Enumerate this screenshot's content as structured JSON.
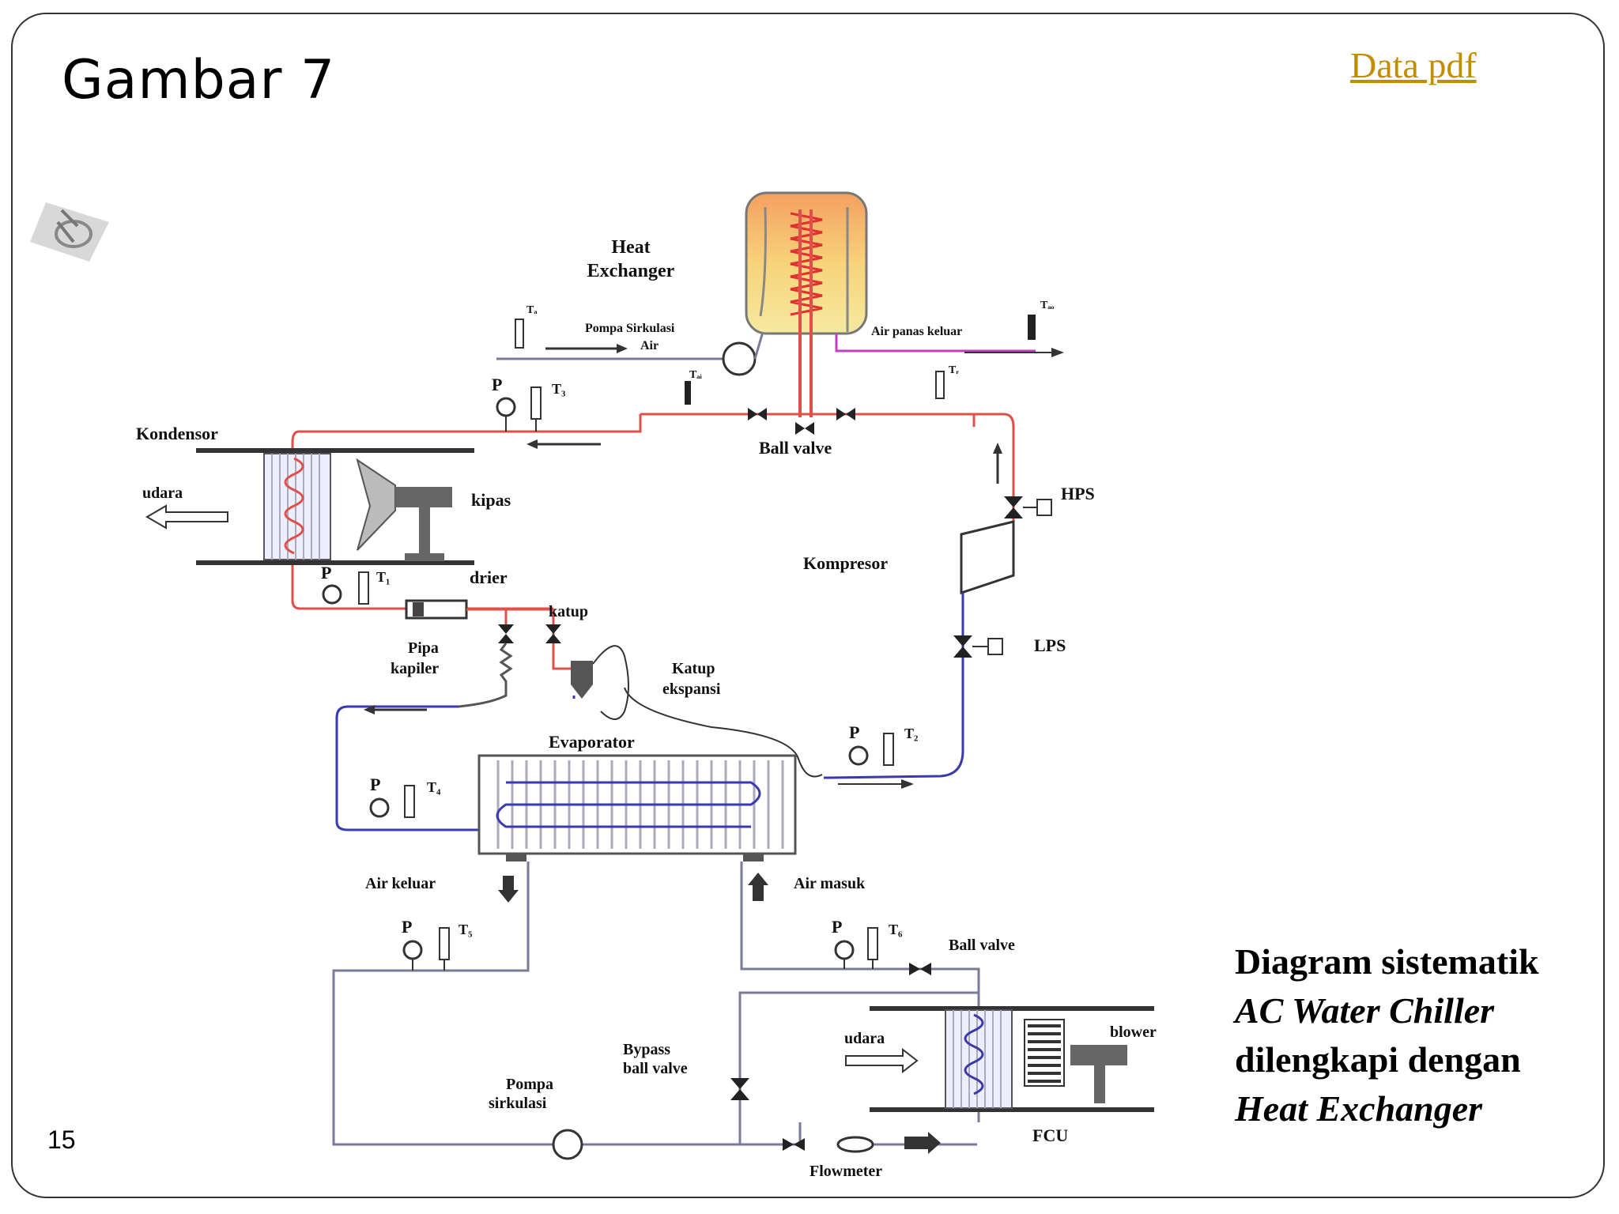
{
  "slide": {
    "title": "Gambar 7",
    "link_text": "Data pdf",
    "page_number": "15",
    "caption": {
      "line1": "Diagram sistematik",
      "line2": "AC Water Chiller",
      "line3": "dilengkapi  dengan",
      "line4": "Heat Exchanger"
    }
  },
  "diagram": {
    "heat_exchanger_l1": "Heat",
    "heat_exchanger_l2": "Exchanger",
    "pompa_sirkulasi_air_l1": "Pompa Sirkulasi",
    "pompa_sirkulasi_air_l2": "Air",
    "air_panas_keluar": "Air panas keluar",
    "ball_valve": "Ball valve",
    "kondensor": "Kondensor",
    "udara": "udara",
    "kipas": "kipas",
    "drier": "drier",
    "katup": "katup",
    "pipa_kapiler_l1": "Pipa",
    "pipa_kapiler_l2": "kapiler",
    "katup_ekspansi_l1": "Katup",
    "katup_ekspansi_l2": "ekspansi",
    "hps": "HPS",
    "kompresor": "Kompresor",
    "lps": "LPS",
    "evaporator": "Evaporator",
    "air_keluar": "Air keluar",
    "air_masuk": "Air masuk",
    "ball_valve_2": "Ball valve",
    "udara_2": "udara",
    "blower": "blower",
    "bypass_l1": "Bypass",
    "bypass_l2": "ball valve",
    "pompa_sirkulasi_l1": "Pompa",
    "pompa_sirkulasi_l2": "sirkulasi",
    "flowmeter": "Flowmeter",
    "fcu": "FCU",
    "p": "P",
    "t1": "T₁",
    "t2": "T₂",
    "t3": "T₃",
    "t4": "T₄",
    "t5": "T₅",
    "t6": "T₆",
    "ta": "Tₐ",
    "tai": "Tₐᵢ",
    "tao": "Tₐₒ",
    "tr": "Tᵣ"
  },
  "colors": {
    "refrigerant_hot": "#e0504a",
    "refrigerant_cold": "#3a3ab0",
    "water_line": "#7a7a9a",
    "hot_water": "#c040c0",
    "link": "#c28d00"
  }
}
